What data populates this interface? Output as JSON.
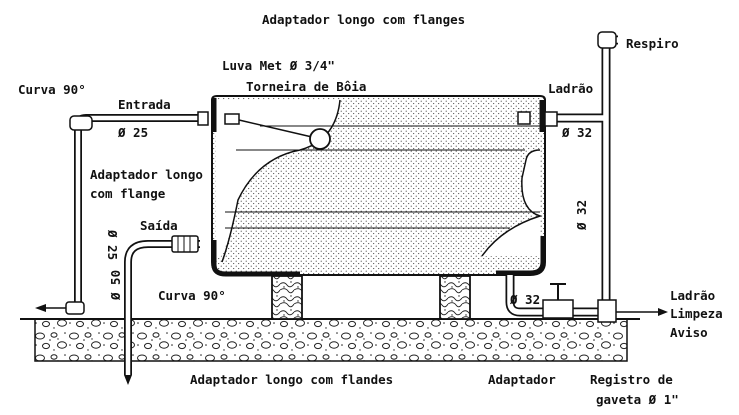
{
  "labels": {
    "top_title": "Adaptador longo com flanges",
    "respiro": "Respiro",
    "luva": "Luva Met Ø 3/4\"",
    "torneira": "Torneira de Bôia",
    "ladrao_top": "Ladrão",
    "curva_top": "Curva 90°",
    "entrada": "Entrada",
    "d25_top": "Ø 25",
    "d32_right": "Ø 32",
    "adaptador_flange_1": "Adaptador longo",
    "adaptador_flange_2": "com flange",
    "saida": "Saída",
    "d25_vertical": "Ø 25",
    "d32_vertical": "Ø 32",
    "d50_vertical": "Ø 50",
    "curva_bottom": "Curva 90°",
    "d32_bottom": "Ø 32",
    "ladrao_bottom": "Ladrão",
    "limpeza": "Limpeza",
    "aviso": "Aviso",
    "bottom_adaptador_flanges": "Adaptador longo com flandes",
    "bottom_adaptador": "Adaptador",
    "registro_1": "Registro de",
    "registro_2": "gaveta Ø 1\""
  }
}
